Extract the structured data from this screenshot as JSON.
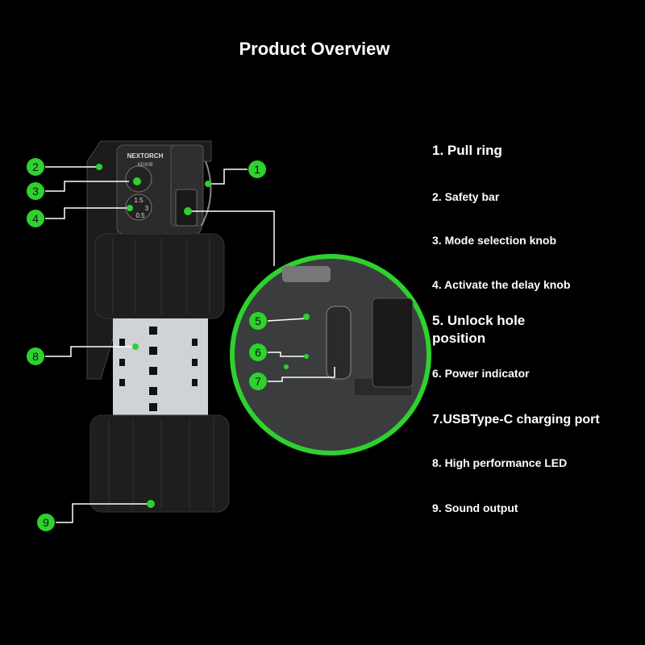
{
  "title": "Product Overview",
  "brand": "NEXTORCH",
  "model": "ND30B",
  "knob_values": {
    "top": "1.5",
    "right": "3",
    "bottom": "0.5"
  },
  "callout_numbers": [
    "1",
    "2",
    "3",
    "4",
    "5",
    "6",
    "7",
    "8",
    "9"
  ],
  "labels": [
    "1. Pull ring",
    "2. Safety bar",
    "3. Mode selection knob",
    "4. Activate the delay knob",
    "5. Unlock hole",
    "6. Power indicator",
    "7.USBType-C charging port",
    "8. High performance LED",
    "9. Sound output"
  ],
  "label5_line2": "position",
  "colors": {
    "accent": "#2ed12e",
    "background": "#000000"
  }
}
